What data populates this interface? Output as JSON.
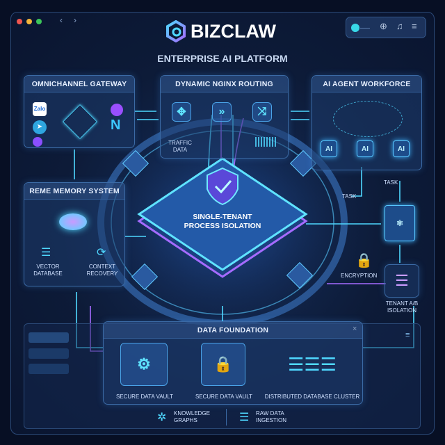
{
  "header": {
    "brand": "BIZCLAW",
    "subtitle": "ENTERPRISE AI PLATFORM"
  },
  "gateway": {
    "title": "OMNICHANNEL GATEWAY",
    "channels": [
      "Zalo",
      "N"
    ]
  },
  "routing": {
    "title": "DYNAMIC NGINX ROUTING",
    "traffic_label_1": "TRAFFIC",
    "traffic_label_2": "DATA"
  },
  "agents": {
    "title": "AI AGENT WORKFORCE",
    "chip_label": "AI"
  },
  "memory": {
    "title": "REME MEMORY SYSTEM",
    "vector_1": "VECTOR",
    "vector_2": "DATABASE",
    "context_1": "CONTEXT",
    "context_2": "RECOVERY"
  },
  "core": {
    "line1": "SINGLE-TENANT",
    "line2": "PROCESS ISOLATION"
  },
  "right": {
    "task_1": "TASK",
    "task_2": "TASK",
    "encryption": "ENCRYPTION",
    "tenant_1": "TENANT A/B",
    "tenant_2": "ISOLATION"
  },
  "foundation": {
    "title": "DATA FOUNDATION",
    "close": "×",
    "vault_1": "SECURE DATA VAULT",
    "vault_2": "SECURE DATA VAULT",
    "cluster": "DISTRIBUTED DATABASE CLUSTER"
  },
  "footer": {
    "kg_1": "KNOWLEDGE",
    "kg_2": "GRAPHS",
    "raw_1": "RAW DATA",
    "raw_2": "INGESTION"
  },
  "colors": {
    "cyan": "#4fd8ff",
    "purple": "#a56bff",
    "panel": "#1e3c6e"
  }
}
